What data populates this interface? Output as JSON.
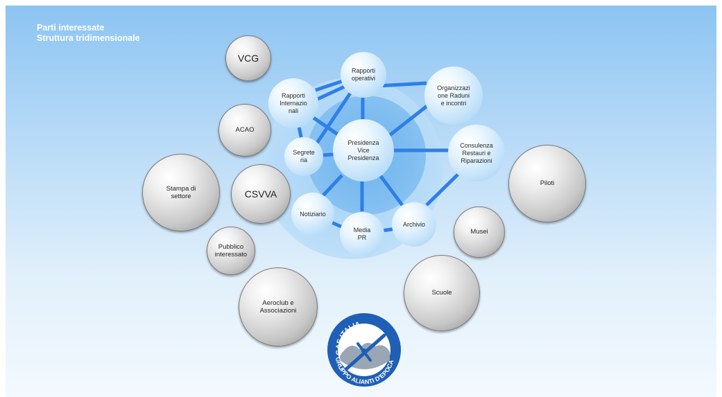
{
  "heading": {
    "line1": "Parti interessate",
    "line2": "Struttura tridimensionale"
  },
  "inner_nodes": {
    "rapporti_operativi": [
      "Rapporti",
      "operativi"
    ],
    "rapporti_internazionali": [
      "Rapporti",
      "Internazio",
      "nali"
    ],
    "organizzazione_raduni": [
      "Organizzazi",
      "one Raduni",
      "e incontri"
    ],
    "presidenza": [
      "Presidenza",
      "Vice",
      "Presidenza"
    ],
    "segreteria": [
      "Segrete",
      "ria"
    ],
    "consulenza": [
      "Consulenza",
      "Restauri e",
      "Riparazioni"
    ],
    "notiziario": [
      "Notiziario"
    ],
    "media_pr": [
      "Media",
      "PR"
    ],
    "archivio": [
      "Archivio"
    ]
  },
  "outer_nodes": {
    "vcg": [
      "VCG"
    ],
    "acao": [
      "ACAO"
    ],
    "stampa": [
      "Stampa di",
      "settore"
    ],
    "csvva": [
      "CSVVA"
    ],
    "pubblico": [
      "Pubblico",
      "interessato"
    ],
    "aeroclub": [
      "Aeroclub e",
      "Associazioni"
    ],
    "piloti": [
      "Piloti"
    ],
    "musei": [
      "Musei"
    ],
    "scuole": [
      "Scuole"
    ]
  },
  "logo": {
    "top_text": "GAE ITALIA",
    "bottom_text": "GRUPPO ALIANTI D'EPOCA"
  },
  "colors": {
    "link": "#2f7fe6",
    "logo_ring": "#1f5fb5"
  }
}
